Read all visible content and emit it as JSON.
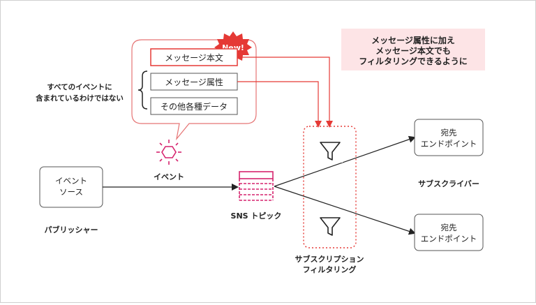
{
  "new_badge": "New!",
  "callout": {
    "fields": [
      "メッセージ本文",
      "メッセージ属性",
      "その他各種データ"
    ],
    "brace_note": [
      "すべてのイベントに",
      "含まれているわけではない"
    ]
  },
  "highlight_note": [
    "メッセージ属性に加え",
    "メッセージ本文でも",
    "フィルタリングできるように"
  ],
  "event_label": "イベント",
  "event_source": [
    "イベント",
    "ソース"
  ],
  "publisher_label": "パブリッシャー",
  "topic_label": "SNS トピック",
  "filter_label": [
    "サブスクリプション",
    "フィルタリング"
  ],
  "endpoint_labels": [
    [
      "宛先",
      "エンドポイント"
    ],
    [
      "宛先",
      "エンドポイント"
    ]
  ],
  "subscriber_label": "サブスクライバー",
  "colors": {
    "accent_red": "#e53935",
    "pink_fill": "#fde4e6",
    "magenta_icon": "#d6246e",
    "node_border": "#555555",
    "text_dark": "#222222"
  }
}
